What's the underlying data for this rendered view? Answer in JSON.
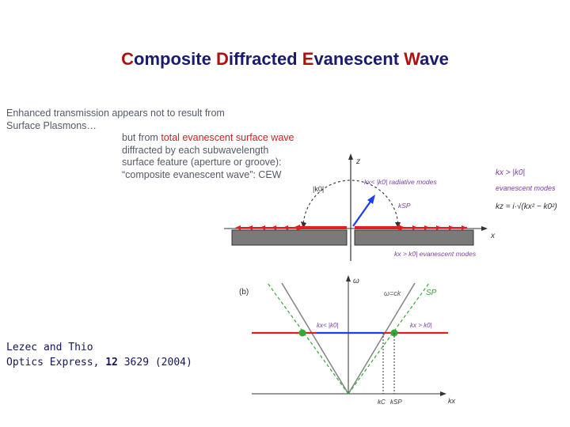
{
  "title": {
    "segments": [
      {
        "text": "C",
        "accent": true
      },
      {
        "text": "omposite ",
        "accent": false
      },
      {
        "text": "D",
        "accent": true
      },
      {
        "text": "iffracted ",
        "accent": false
      },
      {
        "text": "E",
        "accent": true
      },
      {
        "text": "vanescent ",
        "accent": false
      },
      {
        "text": "W",
        "accent": true
      },
      {
        "text": "ave",
        "accent": false
      }
    ]
  },
  "intro": {
    "line1": "Enhanced transmission appears not to result from",
    "line2": "Surface Plasmons…",
    "line3_prefix": "but from ",
    "line3_red": "total evanescent surface wave",
    "line4": "diffracted by each subwavelength",
    "line5": "surface feature (aperture or groove):",
    "line6": "“composite evanescent wave”: CEW"
  },
  "diagram_a": {
    "z_label": "z",
    "x_label": "x",
    "k0_label": "|k0|",
    "radiative_label": "kx< |k0| radiative modes",
    "ksp_label": "kSP",
    "evanescent_label": "kx > k0| evanescent modes"
  },
  "formula": {
    "condition": "kx > |k0|",
    "modes": "evanescent modes",
    "kz": "kz = i·√(kx² − k0²)"
  },
  "diagram_b": {
    "panel_label": "(b)",
    "omega_label": "ω",
    "light_line_label": "ω=ck",
    "sp_label": "SP",
    "left_region": "kx< |k0|",
    "right_region": "kx > k0|",
    "kc_label": "kC",
    "ksp_label": "kSP",
    "kx_axis_label": "kx"
  },
  "citation": {
    "line1": "Lezec and Thio",
    "journal": "Optics Express, ",
    "volume": "12",
    "pages": " 3629 (2004)"
  },
  "colors": {
    "title_main": "#1a1a6e",
    "title_accent": "#b01010",
    "red": "#e02020",
    "blue": "#1a3cff",
    "green": "#33aa33",
    "purple": "#7b3fa0",
    "metal": "#7a7a7a"
  }
}
